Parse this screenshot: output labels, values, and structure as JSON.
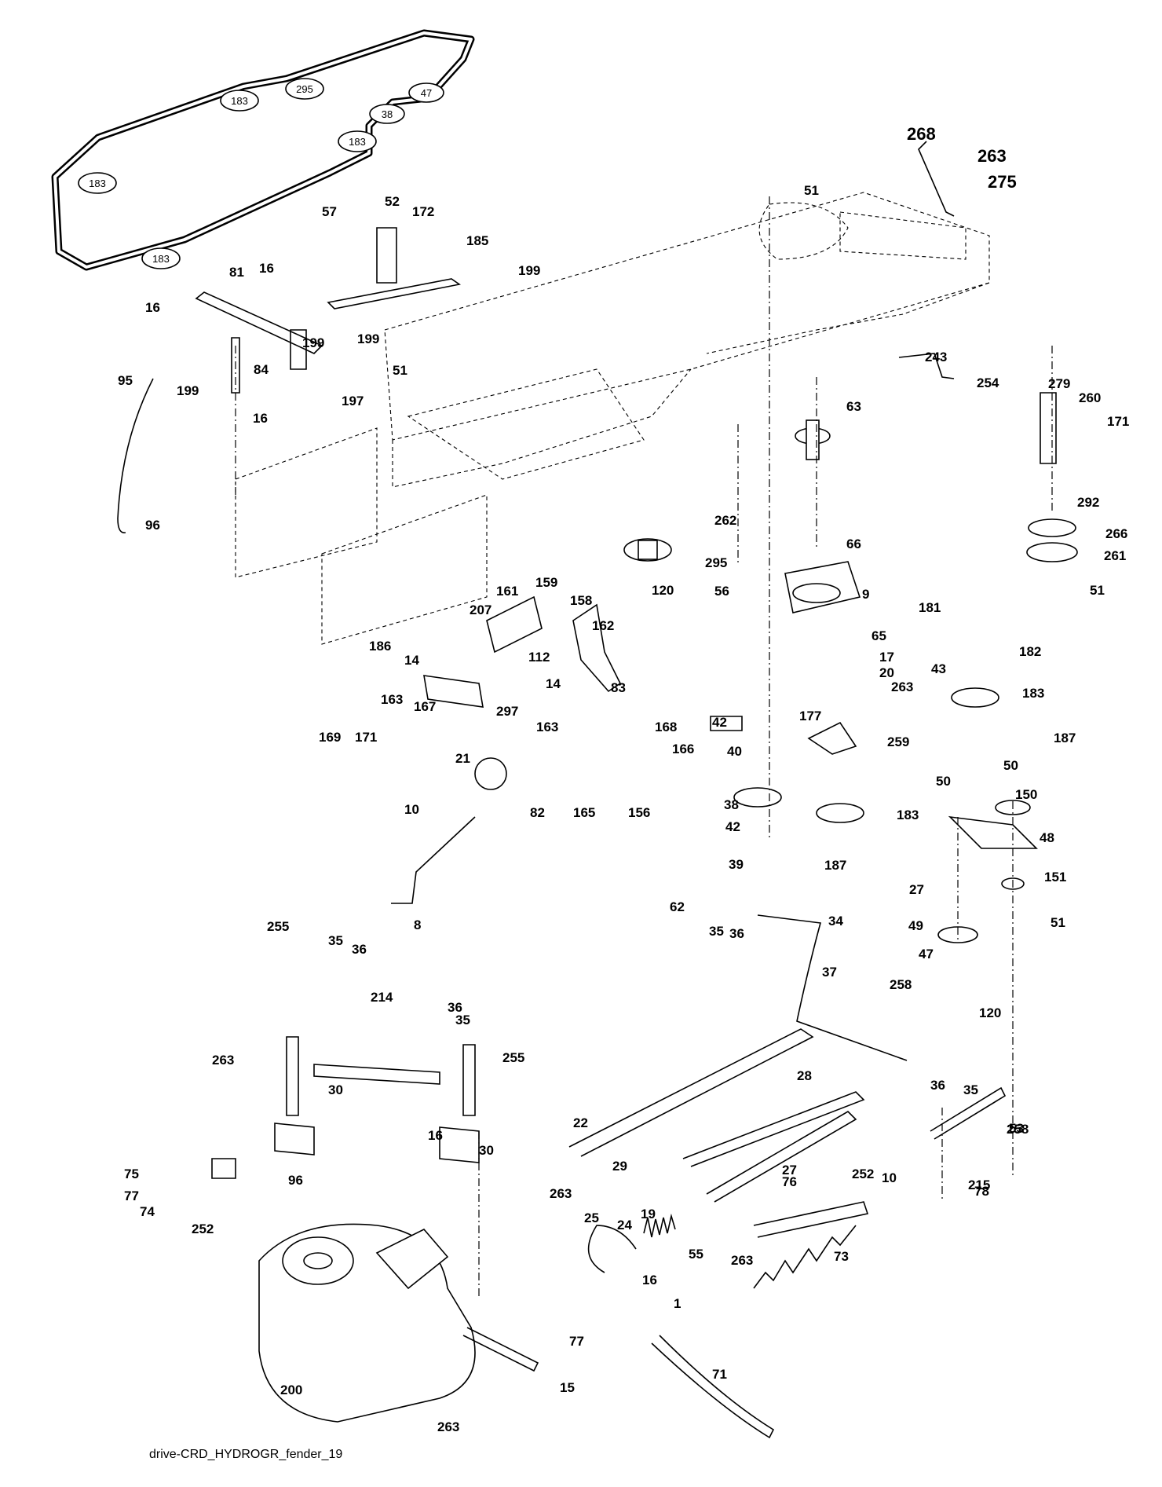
{
  "caption": "drive-CRD_HYDROGR_fender_19",
  "belt_pulley_labels": [
    "295",
    "183",
    "47",
    "38",
    "183",
    "183",
    "183"
  ],
  "callouts": [
    "57",
    "52",
    "172",
    "185",
    "199",
    "16",
    "81",
    "16",
    "199",
    "199",
    "51",
    "84",
    "199",
    "16",
    "197",
    "95",
    "96",
    "51",
    "268",
    "263",
    "275",
    "243",
    "254",
    "63",
    "279",
    "260",
    "171",
    "292",
    "266",
    "261",
    "51",
    "262",
    "295",
    "120",
    "56",
    "66",
    "9",
    "65",
    "17",
    "20",
    "263",
    "181",
    "182",
    "43",
    "183",
    "187",
    "207",
    "161",
    "159",
    "158",
    "162",
    "186",
    "14",
    "112",
    "14",
    "169",
    "171",
    "163",
    "163",
    "83",
    "167",
    "297",
    "177",
    "42",
    "40",
    "38",
    "42",
    "39",
    "259",
    "183",
    "187",
    "21",
    "10",
    "168",
    "166",
    "82",
    "165",
    "156",
    "8",
    "50",
    "50",
    "150",
    "48",
    "27",
    "151",
    "49",
    "51",
    "47",
    "120",
    "62",
    "35",
    "36",
    "34",
    "37",
    "258",
    "255",
    "35",
    "36",
    "214",
    "36",
    "35",
    "255",
    "263",
    "30",
    "16",
    "30",
    "263",
    "36",
    "35",
    "28",
    "53",
    "258",
    "22",
    "29",
    "252",
    "10",
    "215",
    "27",
    "76",
    "78",
    "75",
    "77",
    "74",
    "96",
    "252",
    "25",
    "24",
    "19",
    "55",
    "263",
    "73",
    "16",
    "1",
    "77",
    "200",
    "15",
    "71",
    "263"
  ]
}
